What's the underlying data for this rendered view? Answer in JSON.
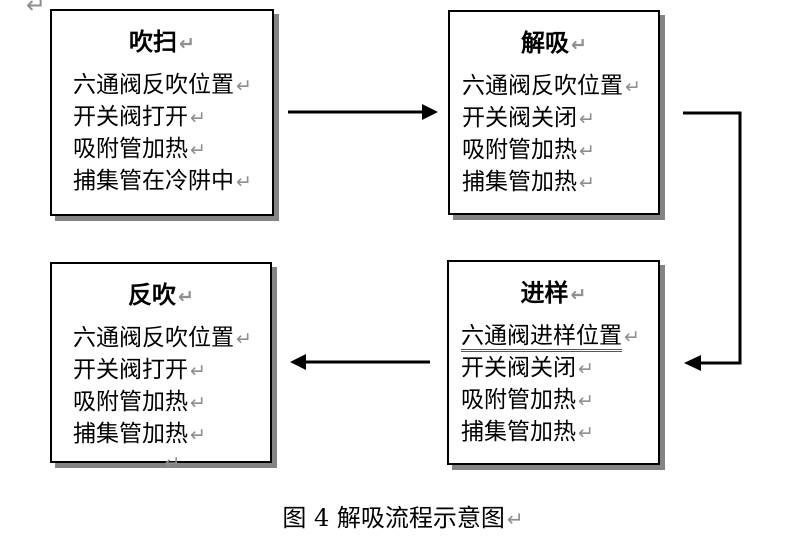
{
  "figure": {
    "caption": "图 4 解吸流程示意图",
    "return_mark": "↵",
    "stray_return_mark": "↵"
  },
  "colors": {
    "border": "#000000",
    "shadow": "#848484",
    "text": "#000000",
    "return_mark": "#8f8f8f",
    "grammar_underline": "#3a50c0",
    "background": "#ffffff"
  },
  "boxes": {
    "purge": {
      "title": "吹扫",
      "lines": [
        "六通阀反吹位置",
        "开关阀打开",
        "吸附管加热",
        "捕集管在冷阱中"
      ]
    },
    "desorb": {
      "title": "解吸",
      "lines": [
        "六通阀反吹位置",
        "开关阀关闭",
        "吸附管加热",
        "捕集管加热"
      ]
    },
    "backflush": {
      "title": "反吹",
      "lines": [
        "六通阀反吹位置",
        "开关阀打开",
        "吸附管加热",
        "捕集管加热"
      ],
      "trailing_return": "↵"
    },
    "inject": {
      "title": "进样",
      "lines": [
        "六通阀进样位置",
        "开关阀关闭",
        "吸附管加热",
        "捕集管加热"
      ],
      "underlined_line_index": 0
    }
  },
  "arrows": [
    {
      "name": "arrow-purge-to-desorb",
      "direction": "right"
    },
    {
      "name": "arrow-desorb-to-inject",
      "direction": "down-then-left"
    },
    {
      "name": "arrow-inject-to-backflush",
      "direction": "left"
    }
  ]
}
